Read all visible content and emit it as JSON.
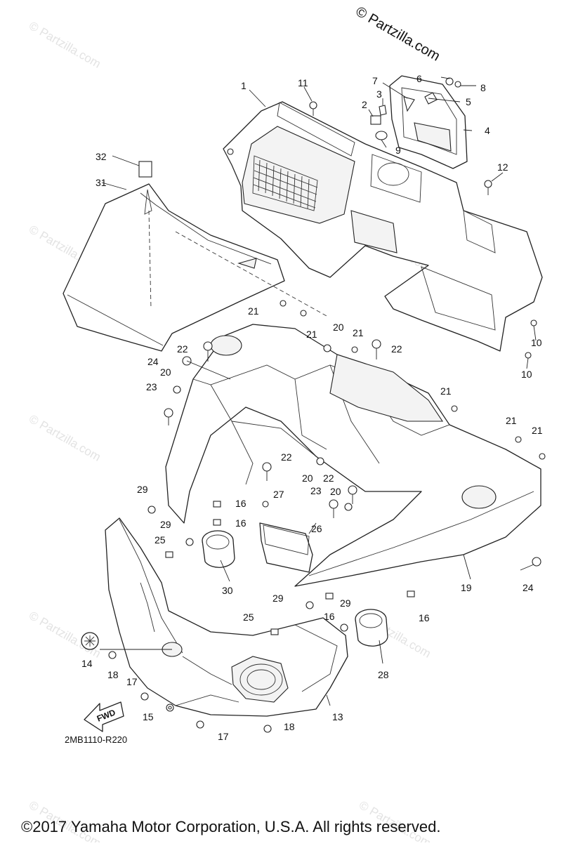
{
  "watermark": {
    "top_text": "© Partzilla.com",
    "tile_text": "© Partzilla.com"
  },
  "diagram": {
    "ref_code": "2MB1110-R220",
    "fwd_label": "FWD",
    "callouts": [
      "1",
      "2",
      "3",
      "4",
      "5",
      "6",
      "7",
      "8",
      "9",
      "10",
      "10",
      "11",
      "12",
      "13",
      "14",
      "15",
      "16",
      "16",
      "16",
      "16",
      "17",
      "17",
      "18",
      "18",
      "19",
      "20",
      "20",
      "20",
      "20",
      "21",
      "21",
      "21",
      "21",
      "21",
      "21",
      "22",
      "22",
      "22",
      "22",
      "23",
      "23",
      "24",
      "24",
      "25",
      "25",
      "26",
      "27",
      "28",
      "29",
      "29",
      "29",
      "29",
      "30",
      "31",
      "32"
    ]
  },
  "footer": {
    "copyright": "©2017  Yamaha Motor Corporation, U.S.A. All rights reserved."
  }
}
